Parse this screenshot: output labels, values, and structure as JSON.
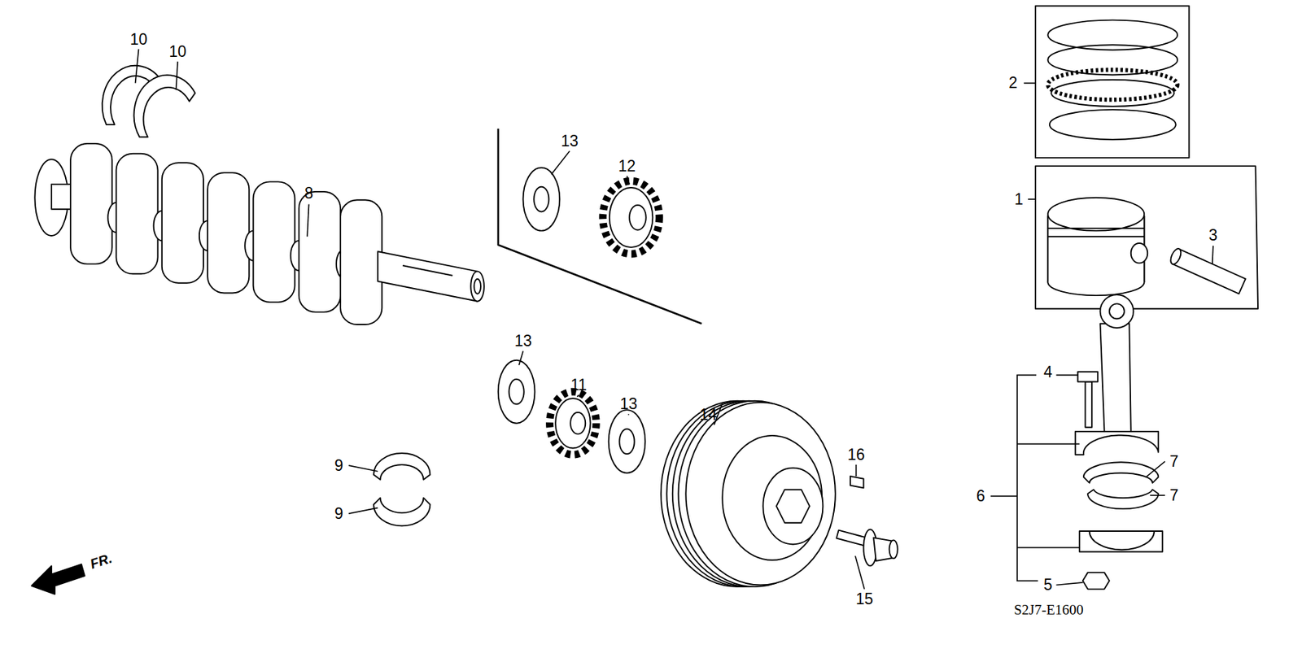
{
  "diagram": {
    "labels": [
      "10",
      "10",
      "2",
      "13",
      "12",
      "8",
      "1",
      "3",
      "13",
      "11",
      "13",
      "14",
      "4",
      "16",
      "7",
      "6",
      "9",
      "7",
      "9",
      "15",
      "5",
      "FR.",
      "S2J7-E1600"
    ]
  }
}
